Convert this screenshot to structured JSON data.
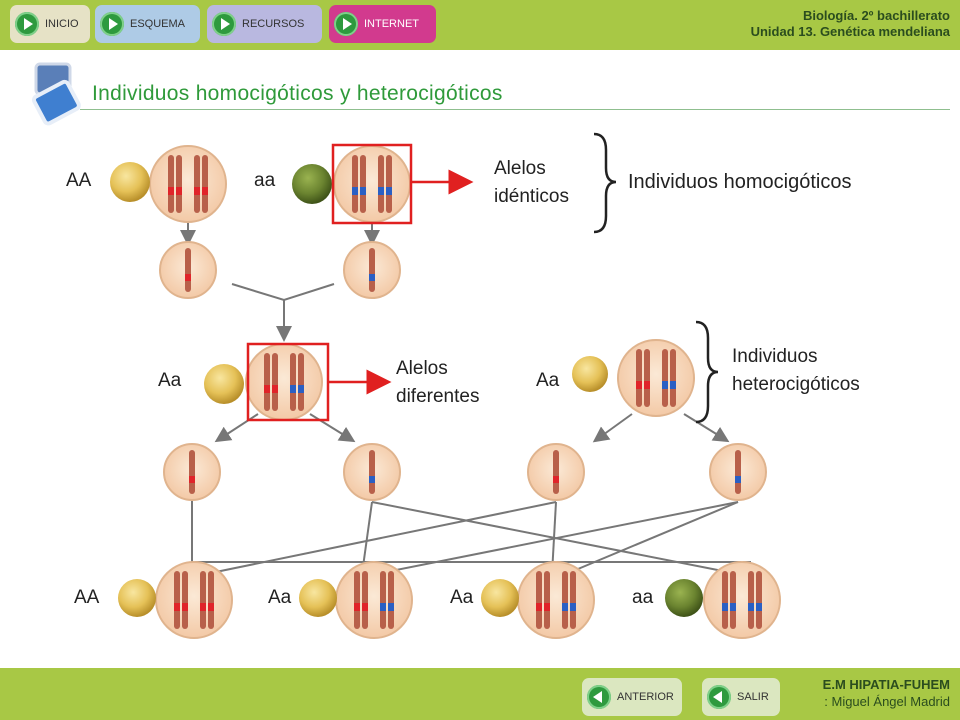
{
  "nav": {
    "inicio": "INICIO",
    "esquema": "ESQUEMA",
    "recursos": "RECURSOS",
    "internet": "INTERNET"
  },
  "header": {
    "line1": "Biología. 2º bachillerato",
    "line2": "Unidad 13. Genética mendeliana"
  },
  "slide": {
    "title": "Individuos homocigóticos y heterocigóticos"
  },
  "genotypes": {
    "p1": "AA",
    "p2": "aa",
    "f1_left": "Aa",
    "f1_right": "Aa",
    "f2_1": "AA",
    "f2_2": "Aa",
    "f2_3": "Aa",
    "f2_4": "aa"
  },
  "annotations": {
    "identical_line1": "Alelos",
    "identical_line2": "idénticos",
    "homozygous": "Individuos homocigóticos",
    "different_line1": "Alelos",
    "different_line2": "diferentes",
    "hetero_line1": "Individuos",
    "hetero_line2": "heterocigóticos"
  },
  "footer": {
    "line1": "E.M HIPATIA-FUHEM",
    "line2": ": Miguel Ángel Madrid",
    "anterior": "ANTERIOR",
    "salir": "SALIR"
  },
  "colors": {
    "bar": "#a8c845",
    "title": "#2f9a3a",
    "allele_dominant": "#e0242a",
    "allele_recessive": "#2a5fc4",
    "highlight": "#e02020"
  }
}
